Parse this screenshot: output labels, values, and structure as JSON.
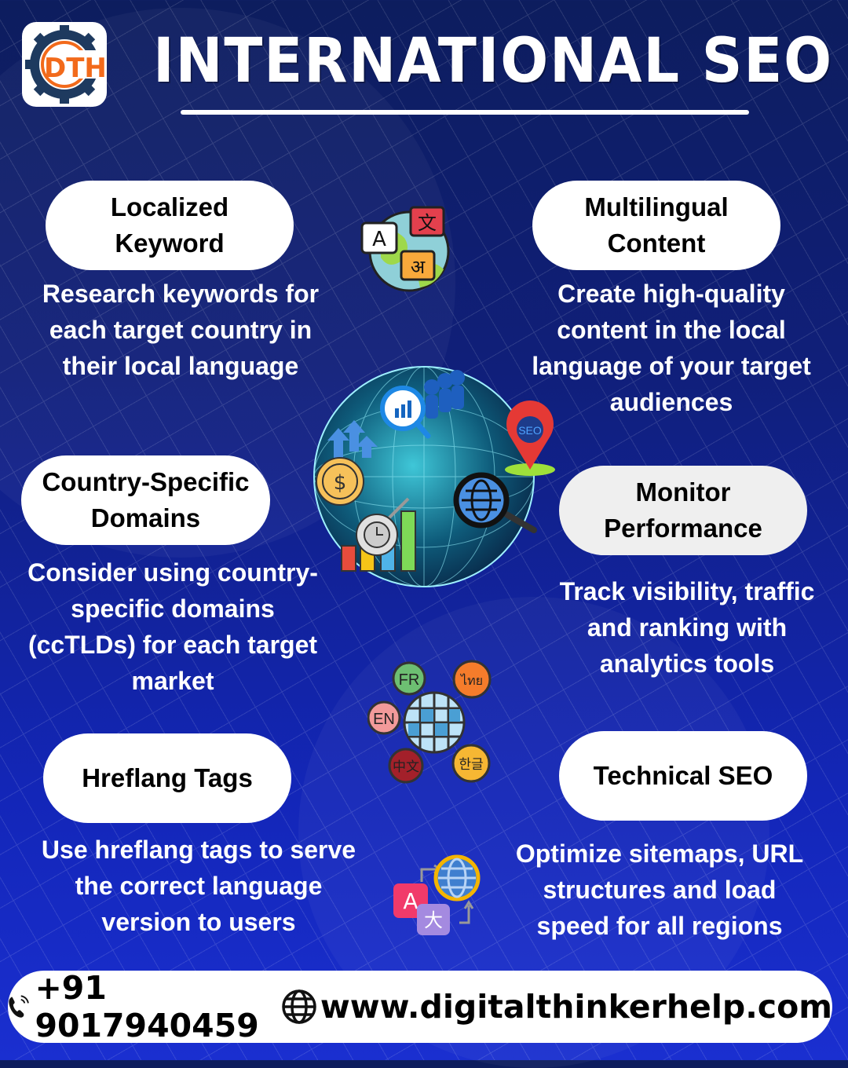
{
  "header": {
    "logo_text": "DTH",
    "title": "INTERNATIONAL SEO"
  },
  "colors": {
    "background_top": "#0d1d5e",
    "background_bottom": "#1a2fd0",
    "pill": "#ffffff",
    "pill_grey": "#efefef",
    "logo_orange": "#f26a1b",
    "logo_navy": "#1e3a5f"
  },
  "sections": [
    {
      "title_line1": "Localized",
      "title_line2": "Keyword",
      "desc": [
        "Research keywords for",
        "each target country in",
        "their local language"
      ]
    },
    {
      "title_line1": "Multilingual",
      "title_line2": "Content",
      "desc": [
        "Create high-quality",
        "content in the local",
        "language of your target",
        "audiences"
      ]
    },
    {
      "title_line1": "Country-Specific",
      "title_line2": "Domains",
      "desc": [
        "Consider using country-",
        "specific domains",
        "(ccTLDs) for each target",
        "market"
      ]
    },
    {
      "title_line1": "Monitor",
      "title_line2": "Performance",
      "desc": [
        "Track visibility, traffic",
        "and ranking with",
        "analytics tools"
      ]
    },
    {
      "title_line1": "Hreflang Tags",
      "desc": [
        "Use hreflang tags to serve",
        "the correct language",
        "version to users"
      ]
    },
    {
      "title_line1": "Technical SEO",
      "desc": [
        "Optimize sitemaps, URL",
        "structures and load",
        "speed for all regions"
      ]
    }
  ],
  "icons": {
    "translate_globe": {
      "labels": [
        "A",
        "文",
        "अ"
      ]
    },
    "center_globe": {
      "pin_label": "SEO",
      "coin_label": "$"
    },
    "language_globe": {
      "labels": [
        "FR",
        "EN",
        "ไทย",
        "中文",
        "한글"
      ]
    },
    "translation_app": {
      "labels": [
        "A",
        "大"
      ]
    }
  },
  "footer": {
    "phone": "+91 9017940459",
    "website": "www.digitalthinkerhelp.com"
  }
}
